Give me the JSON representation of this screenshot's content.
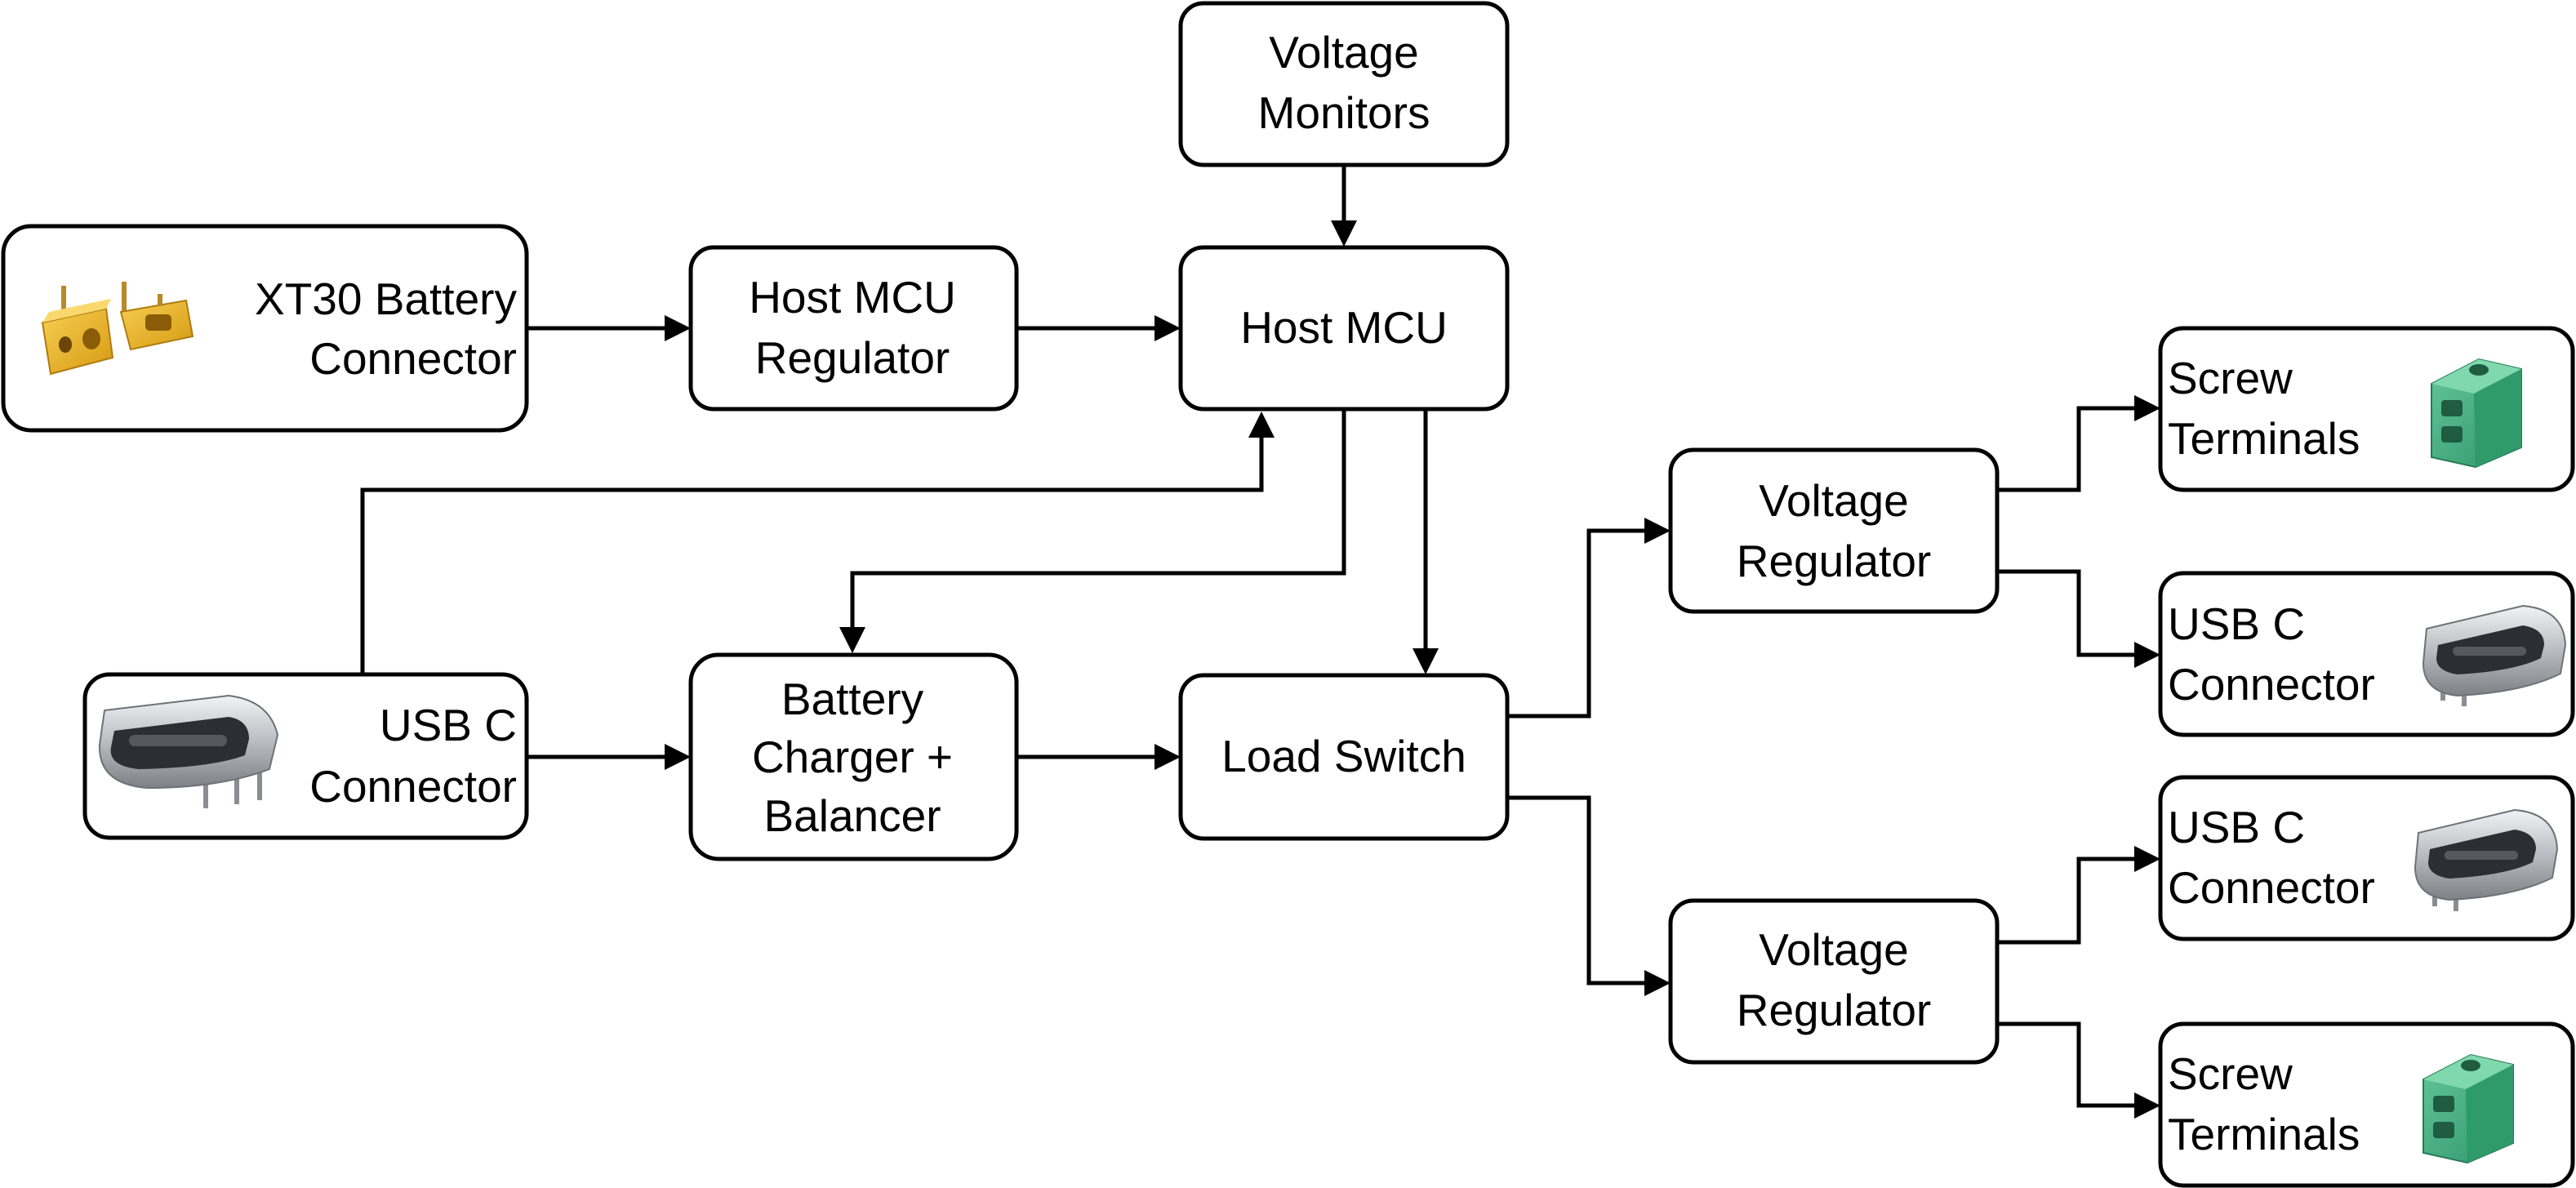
{
  "nodes": {
    "voltage_monitors": {
      "lines": [
        "Voltage",
        "Monitors"
      ]
    },
    "xt30": {
      "lines": [
        "XT30 Battery",
        "Connector"
      ],
      "icon": "xt30-connector-icon"
    },
    "host_mcu_reg": {
      "lines": [
        "Host MCU",
        "Regulator"
      ]
    },
    "host_mcu": {
      "lines": [
        "Host MCU"
      ]
    },
    "usbc_in": {
      "lines": [
        "USB C",
        "Connector"
      ],
      "icon": "usb-c-connector-icon"
    },
    "charger": {
      "lines": [
        "Battery",
        "Charger +",
        "Balancer"
      ]
    },
    "load_switch": {
      "lines": [
        "Load Switch"
      ]
    },
    "vreg_top": {
      "lines": [
        "Voltage",
        "Regulator"
      ]
    },
    "vreg_bottom": {
      "lines": [
        "Voltage",
        "Regulator"
      ]
    },
    "screw_top": {
      "lines": [
        "Screw",
        "Terminals"
      ],
      "icon": "screw-terminal-icon"
    },
    "usbc_out_top": {
      "lines": [
        "USB C",
        "Connector"
      ],
      "icon": "usb-c-connector-icon"
    },
    "usbc_out_bottom": {
      "lines": [
        "USB C",
        "Connector"
      ],
      "icon": "usb-c-connector-icon"
    },
    "screw_bottom": {
      "lines": [
        "Screw",
        "Terminals"
      ],
      "icon": "screw-terminal-icon"
    }
  },
  "colors": {
    "stroke": "#000000",
    "xt30_body": "#f2b625",
    "screw_body": "#3fb07f",
    "usbc_shell": "#c9ccd0"
  }
}
